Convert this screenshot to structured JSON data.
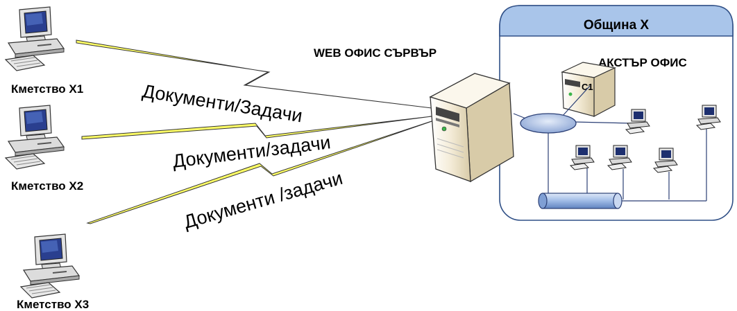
{
  "region": {
    "title": "Община  X",
    "header_color": "#a9c5ea",
    "border_color": "#2f4f86"
  },
  "server": {
    "label": "WEB ОФИС СЪРВЪР"
  },
  "office_server": {
    "label": "АКСТЪР ОФИС",
    "tag": "C1"
  },
  "clients": [
    {
      "label": "Кметство  X1"
    },
    {
      "label": "Кметство  X2"
    },
    {
      "label": "Кметство  X3"
    }
  ],
  "links": [
    {
      "label": "Документи/Задачи"
    },
    {
      "label": "Документи/задачи"
    },
    {
      "label": "Документи /задачи"
    }
  ],
  "colors": {
    "lightning": "#ffff66",
    "hub": "#b7c9e8",
    "bus": "#9fbbe6",
    "case": "#f2ead6"
  },
  "icons": [
    "desktop-computer-icon",
    "tower-server-icon",
    "network-hub-icon",
    "cable-bus-icon"
  ]
}
